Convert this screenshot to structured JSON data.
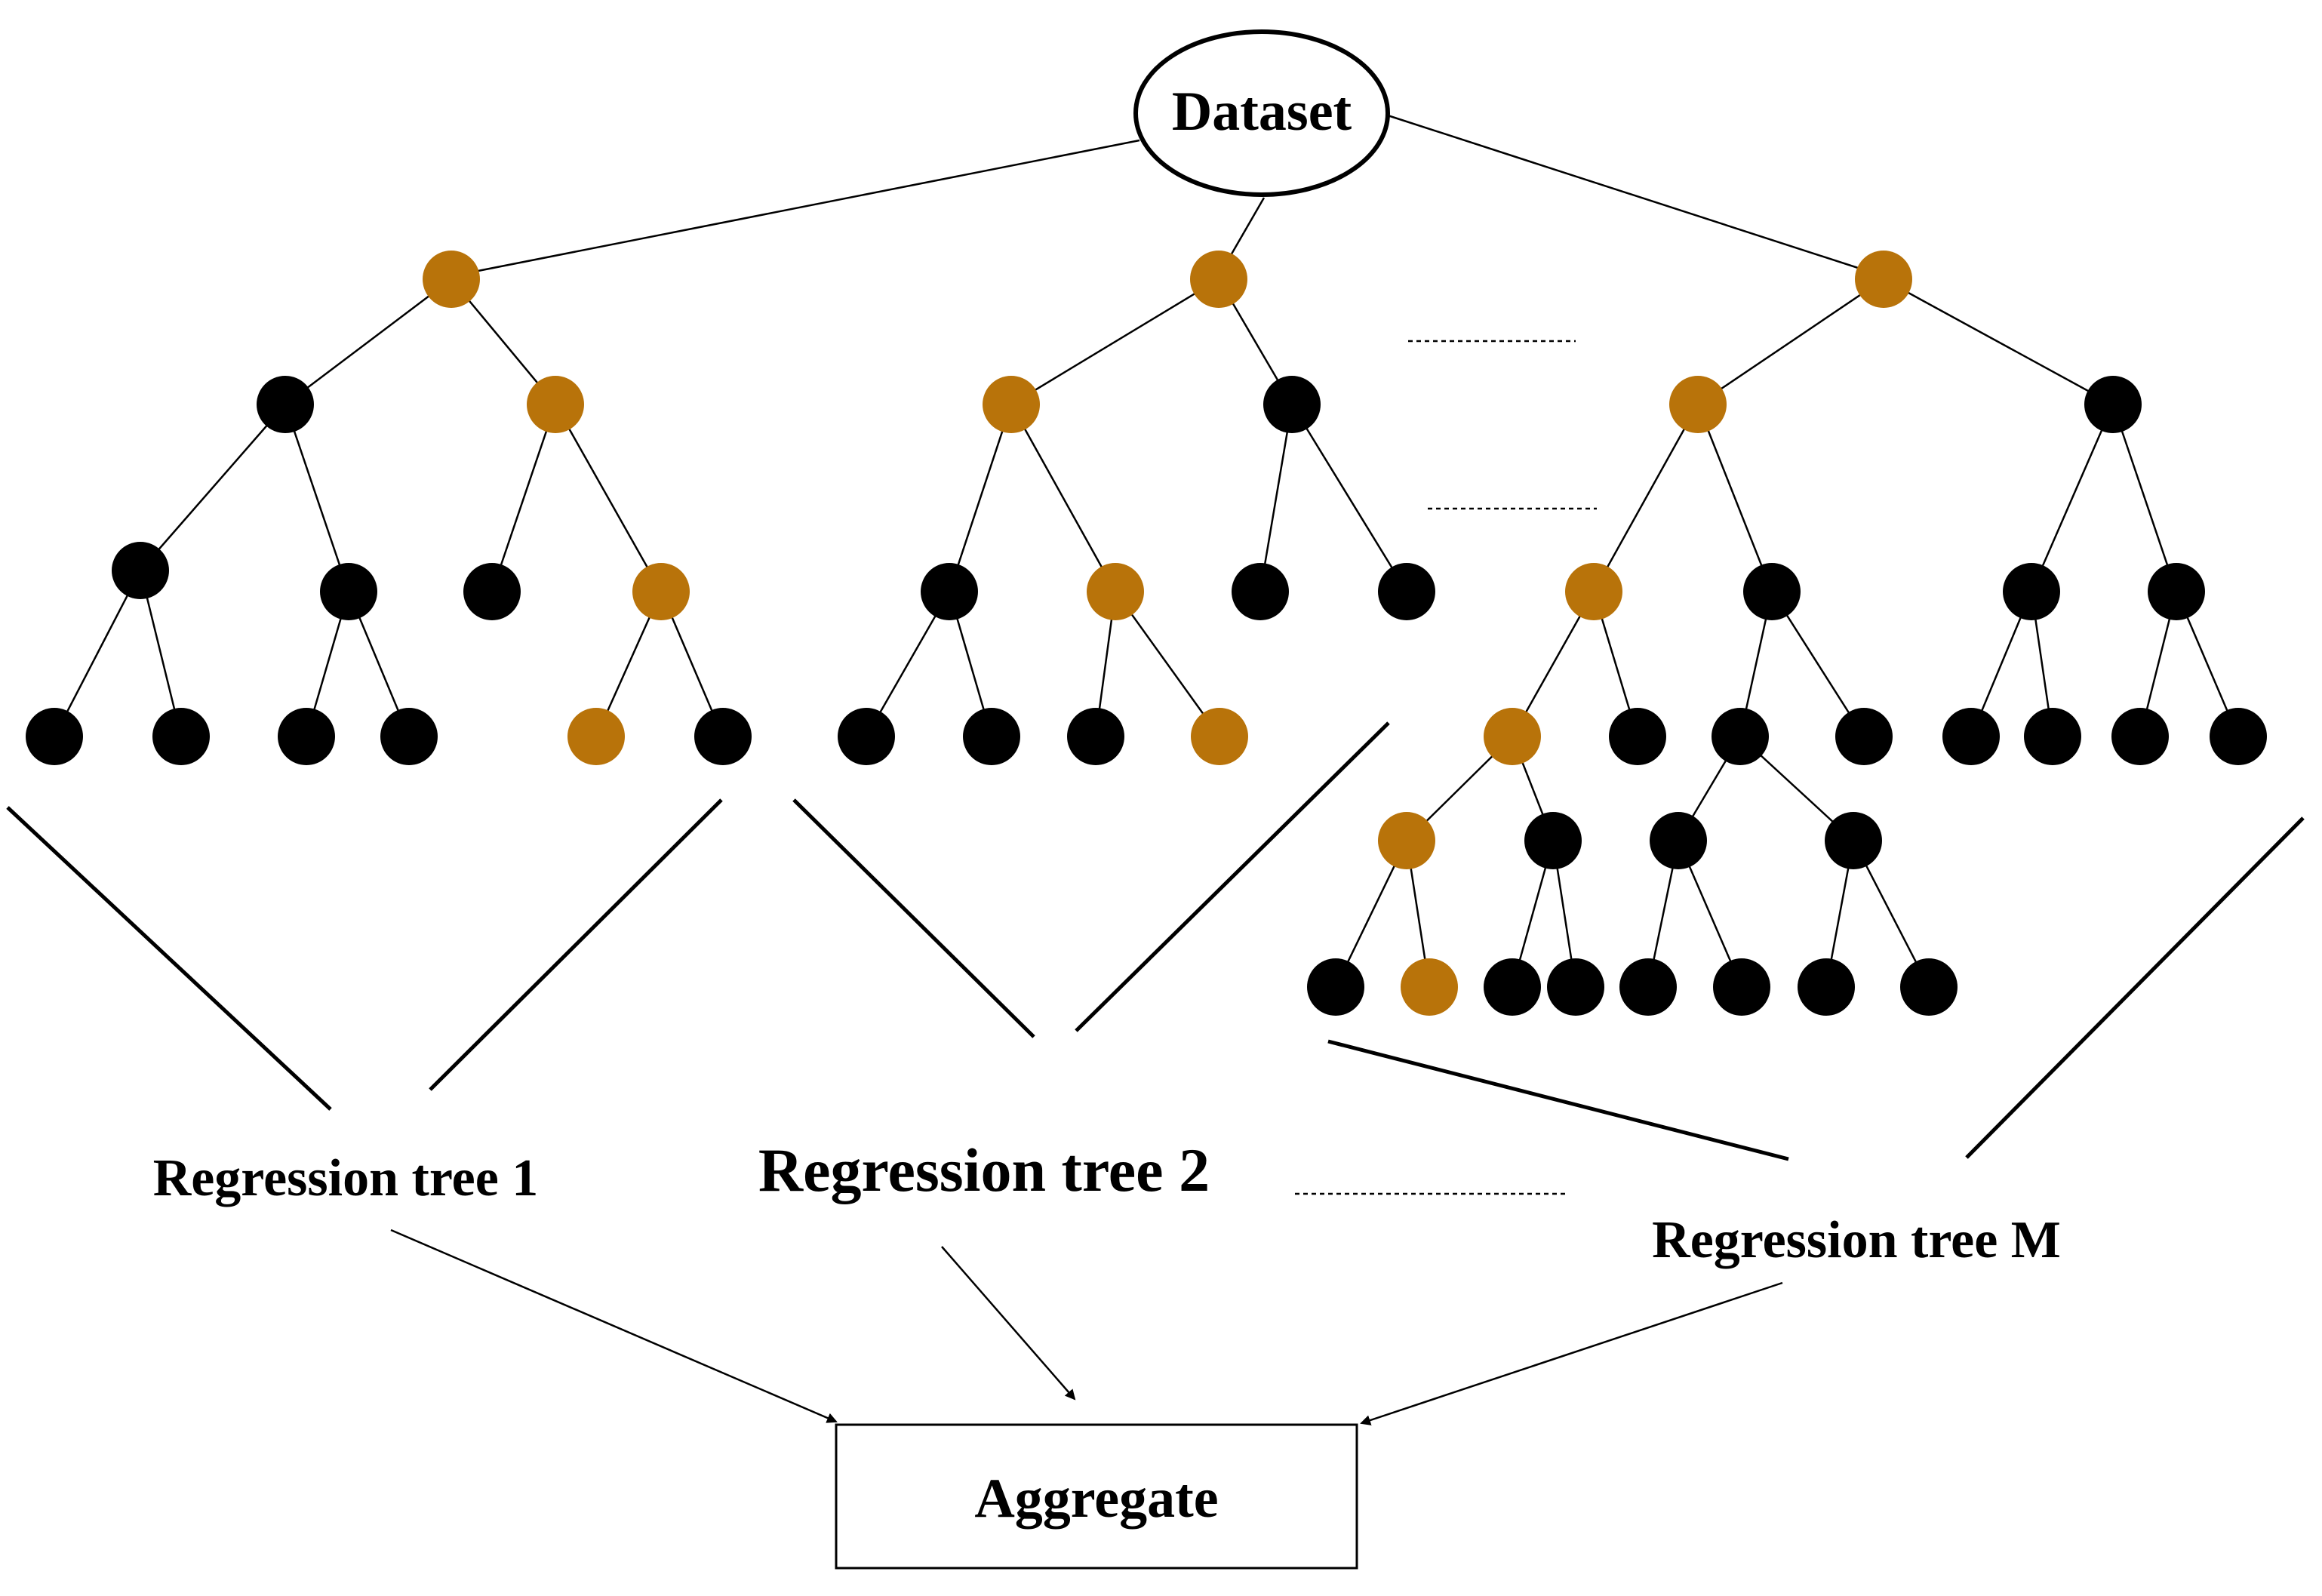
{
  "dataset_label": "Dataset",
  "tree_labels": [
    "Regression tree 1",
    "Regression tree 2",
    "Regression tree M"
  ],
  "aggregate_label": "Aggregate",
  "colors": {
    "orange_node": "#B8730A",
    "black_node": "#000000",
    "line": "#000000",
    "background": "#FFFFFF"
  }
}
